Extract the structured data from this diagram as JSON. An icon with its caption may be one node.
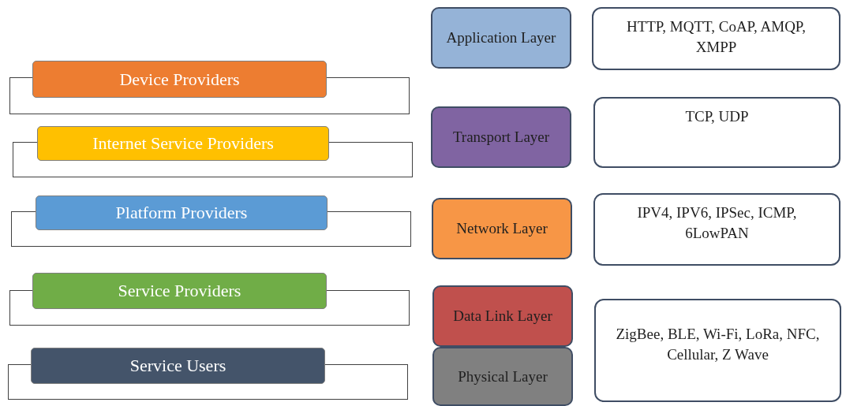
{
  "diagram": {
    "nodes": [
      {
        "text": [
          "Device Providers"
        ]
      },
      {
        "text": [
          "Internet Service Providers"
        ]
      },
      {
        "text": [
          "Platform Providers"
        ]
      },
      {
        "text": [
          "Service Providers"
        ]
      },
      {
        "text": [
          "Service Users"
        ]
      },
      {
        "text": [
          "Application Layer"
        ]
      },
      {
        "text": [
          "HTTP, MQTT, CoAP, AMQP, XMPP"
        ]
      },
      {
        "text": [
          "Transport Layer"
        ]
      },
      {
        "text": [
          "TCP, UDP"
        ]
      },
      {
        "text": [
          "Network Layer"
        ]
      },
      {
        "text": [
          "IPV4, IPV6, IPSec, ICMP, 6LowPAN"
        ]
      },
      {
        "text": [
          "Data Link Layer"
        ]
      },
      {
        "text": [
          "ZigBee, BLE, Wi-Fi, LoRa, NFC, Cellular, Z Wave"
        ]
      },
      {
        "text": [
          "Physical Layer"
        ]
      }
    ]
  }
}
